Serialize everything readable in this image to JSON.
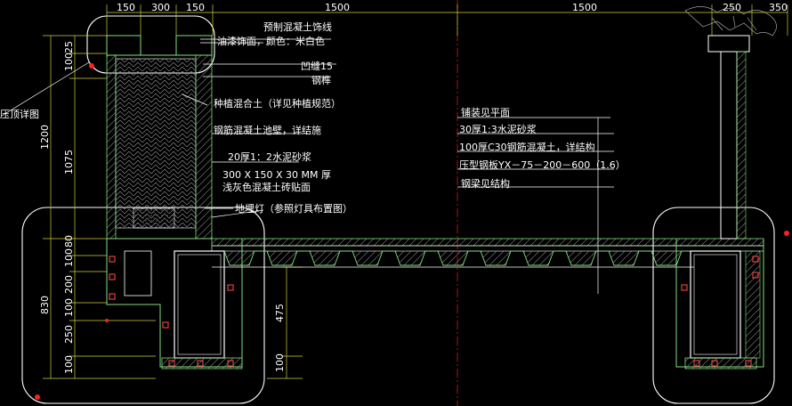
{
  "dimensions": {
    "top": [
      "150",
      "300",
      "150",
      "1500",
      "1500",
      "250",
      "350"
    ],
    "left_outer": [
      "830",
      "1200"
    ],
    "left_inner": [
      "25",
      "100",
      "1075",
      "100",
      "80",
      "200",
      "100",
      "250",
      "100"
    ],
    "center": [
      "475",
      "100"
    ]
  },
  "labels": {
    "precast_trim": "预制混凝土饰线",
    "paint_finish": "油漆饰面，颜色：米白色",
    "groove": "凹缝15",
    "tenon": "钢榫",
    "planting_soil": "种植混合土（详见种植规范）",
    "rc_planter_wall": "钢筋混凝土池壁，详结施",
    "mortar_20": "20厚1：2水泥砂浆",
    "tile_size": "300 X 150 X 30 MM 厚",
    "tile_desc": "浅灰色混凝土砖贴面",
    "uplight": "地埋灯（参照灯具布置图）",
    "coping_detail": "压顶详图",
    "paving_plan": "铺装见平面",
    "mortar_30": "30厚1:3水泥砂浆",
    "concrete_c30": "100厚C30钢筋混凝土，详结构",
    "deck_profile": "压型钢板YX－75－200－600（1.6）",
    "steel_beam": "钢梁见结构"
  },
  "colors": {
    "background": "#000000",
    "outline": "#ffffff",
    "structure": "#7fe07f",
    "hatch": "#9a9a9a",
    "dimension": "#cfcf3a",
    "marker": "#ff2020",
    "axis": "#d02020",
    "bolt": "#e04040"
  }
}
